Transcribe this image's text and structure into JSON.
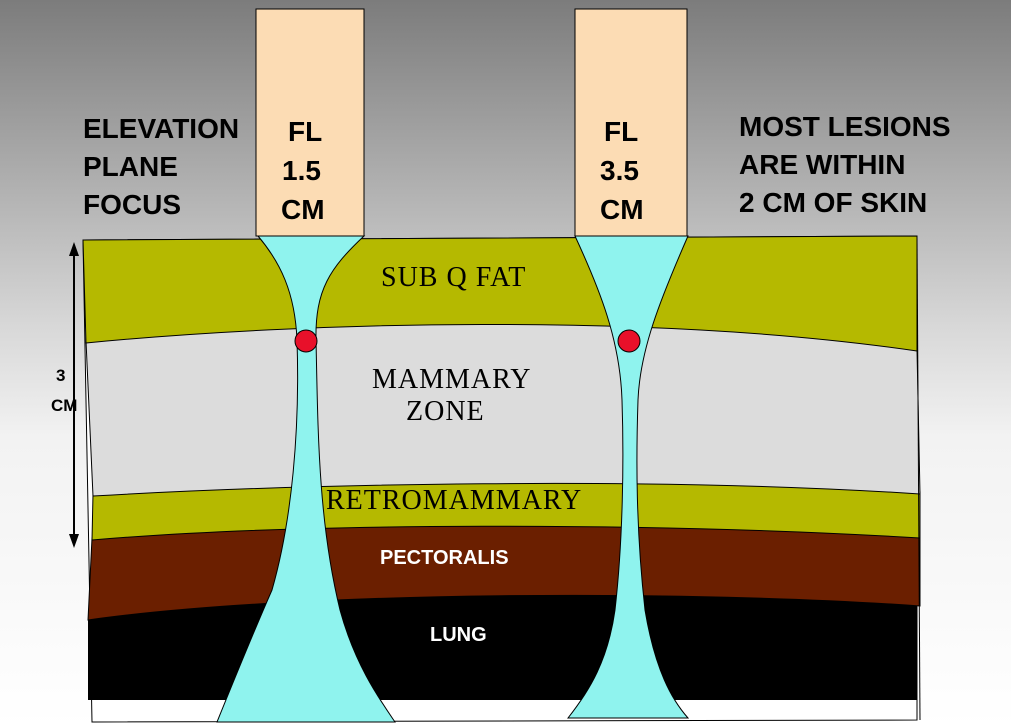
{
  "left_label": {
    "line1": "ELEVATION",
    "line2": "PLANE",
    "line3": "FOCUS"
  },
  "right_label": {
    "line1": "MOST LESIONS",
    "line2": "ARE WITHIN",
    "line3": "2 CM OF SKIN"
  },
  "transducer_left": {
    "line1": "FL",
    "line2": "1.5",
    "line3": "CM"
  },
  "transducer_right": {
    "line1": "FL",
    "line2": "3.5",
    "line3": "CM"
  },
  "depth_marker": {
    "line1": "3",
    "line2": "CM"
  },
  "layers": {
    "subq_fat": "SUB Q FAT",
    "mammary_line1": "MAMMARY",
    "mammary_line2": "ZONE",
    "retromammary": "RETROMAMMARY",
    "pectoralis": "PECTORALIS",
    "lung": "LUNG"
  },
  "colors": {
    "fat": "#b5b900",
    "mammary": "#dcdcdc",
    "pectoralis": "#6b1f00",
    "lung": "#000000",
    "transducer": "#fcdcb4",
    "beam": "#8ff3ee",
    "lesion": "#e8102a"
  }
}
